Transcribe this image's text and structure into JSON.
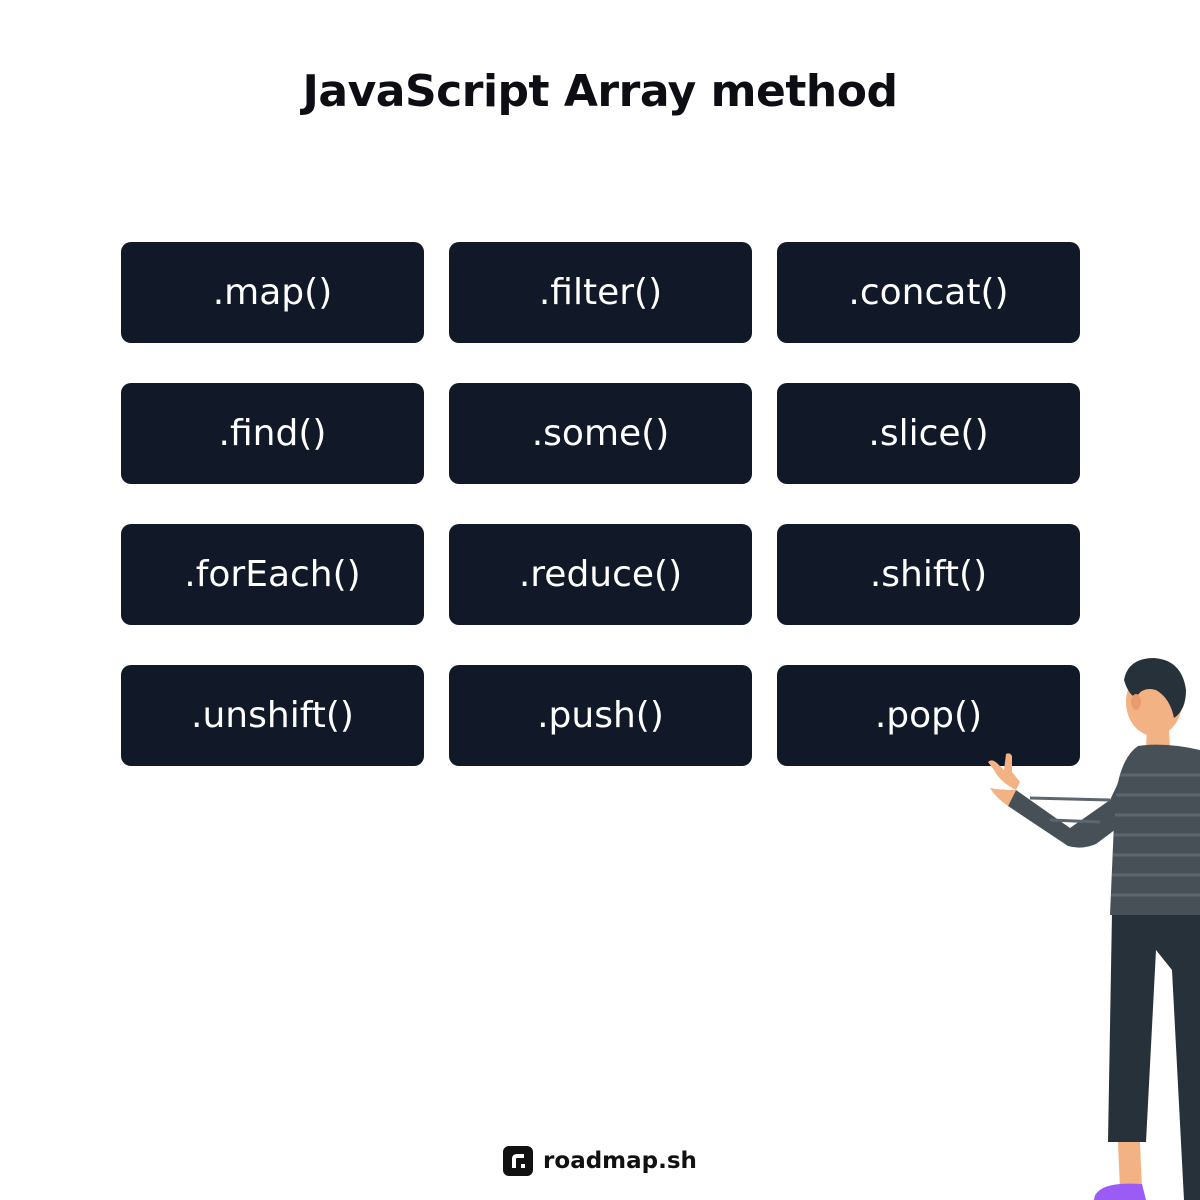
{
  "title": "JavaScript Array method",
  "methods": [
    ".map()",
    ".filter()",
    ".concat()",
    ".find()",
    ".some()",
    ".slice()",
    ".forEach()",
    ".reduce()",
    ".shift()",
    ".unshift()",
    ".push()",
    ".pop()"
  ],
  "brand": {
    "name": "roadmap.sh"
  },
  "colors": {
    "card_background": "#111827",
    "card_text": "#ffffff",
    "title_text": "#0d0d14",
    "shirt": "#475057",
    "pants": "#26313a",
    "skin": "#f3b283",
    "hair": "#26313a",
    "shoe": "#9b5cf6"
  }
}
